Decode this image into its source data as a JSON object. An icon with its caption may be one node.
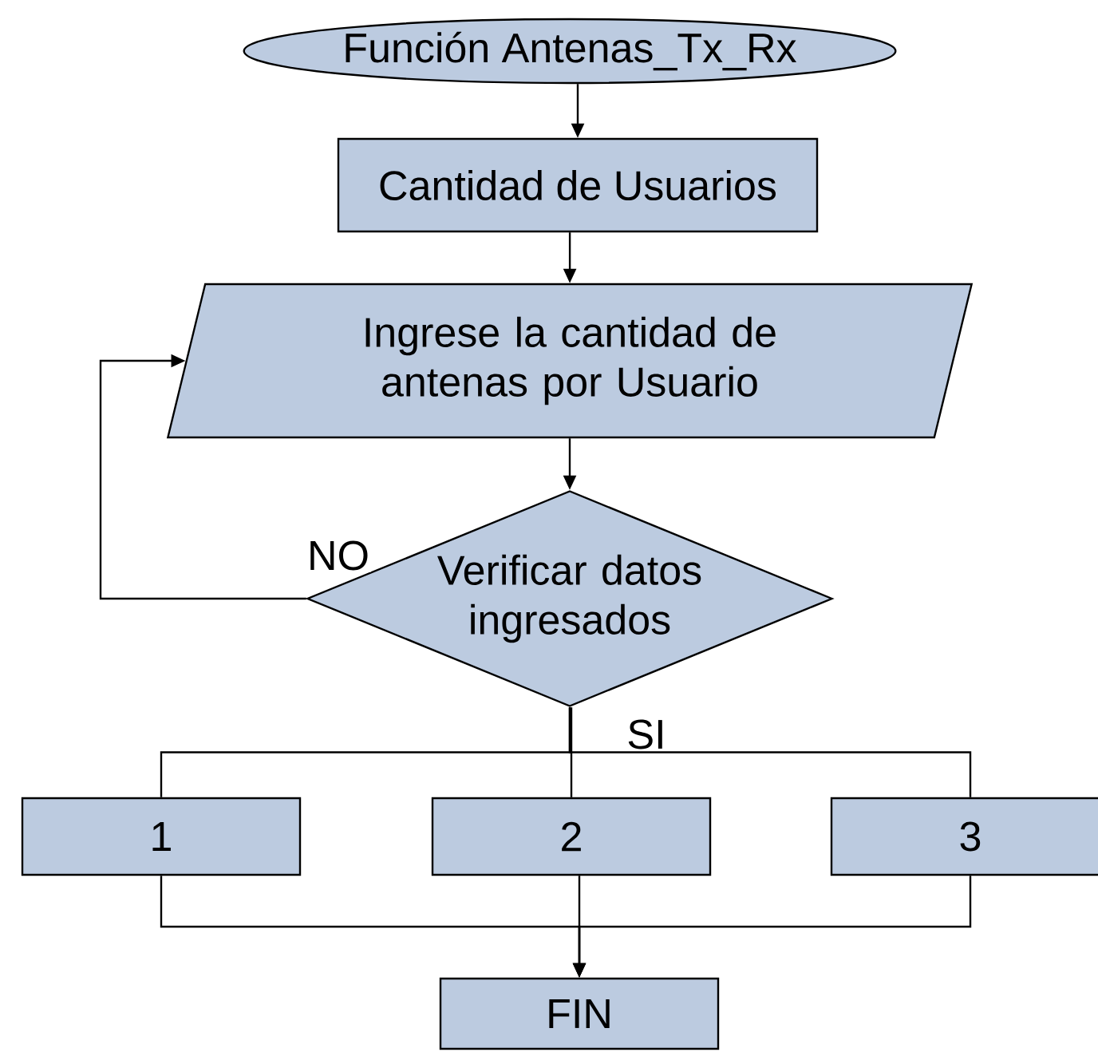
{
  "diagram": {
    "nodes": [
      {
        "text": [
          "Función Antenas_Tx_Rx"
        ]
      },
      {
        "text": [
          "Cantidad de Usuarios"
        ]
      },
      {
        "text": [
          "Ingrese la cantidad de antenas por Usuario"
        ]
      },
      {
        "text": [
          "Verificar datos ingresados"
        ]
      },
      {
        "text": [
          "1"
        ]
      },
      {
        "text": [
          "2"
        ]
      },
      {
        "text": [
          "3"
        ]
      },
      {
        "text": [
          "FIN"
        ]
      }
    ],
    "edges": [
      {
        "from": 0,
        "to": 1,
        "arrow": "to"
      },
      {
        "from": 1,
        "to": 2,
        "arrow": "to"
      },
      {
        "from": 2,
        "to": 3,
        "arrow": "to"
      },
      {
        "from": 3,
        "to": 2,
        "arrow": "to",
        "label": "NO"
      },
      {
        "from": 3,
        "to": 4,
        "arrow": "none"
      },
      {
        "from": 3,
        "to": 5,
        "arrow": "none"
      },
      {
        "from": 3,
        "to": 6,
        "arrow": "none",
        "label": "SI"
      },
      {
        "from": 4,
        "to": 7,
        "arrow": "to"
      },
      {
        "from": 5,
        "to": 7,
        "arrow": "to"
      },
      {
        "from": 6,
        "to": 7,
        "arrow": "to"
      }
    ]
  }
}
